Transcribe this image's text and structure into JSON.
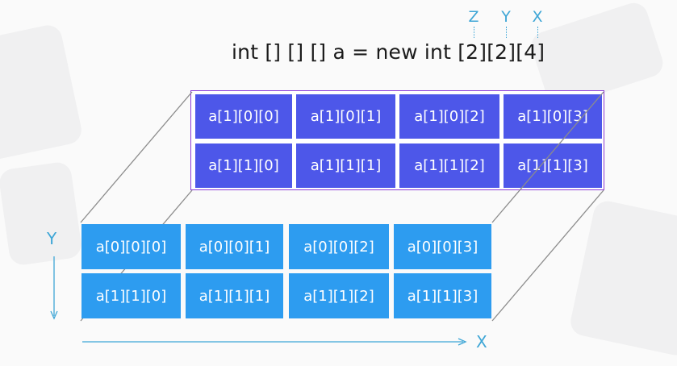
{
  "declaration": "int [] [] [] a = new int [2][2][4]",
  "top_axes": [
    "Z",
    "Y",
    "X"
  ],
  "axis_y_label": "Y",
  "axis_x_label": "X",
  "back_cells": [
    "a[1][0][0]",
    "a[1][0][1]",
    "a[1][0][2]",
    "a[1][0][3]",
    "a[1][1][0]",
    "a[1][1][1]",
    "a[1][1][2]",
    "a[1][1][3]"
  ],
  "front_cells": [
    "a[0][0][0]",
    "a[0][0][1]",
    "a[0][0][2]",
    "a[0][0][3]",
    "a[1][1][0]",
    "a[1][1][1]",
    "a[1][1][2]",
    "a[1][1][3]"
  ],
  "colors": {
    "back_cell": "#4d57e9",
    "front_cell": "#2d9cf0",
    "axis": "#3ea6d6",
    "back_border": "#8a3bd6"
  }
}
